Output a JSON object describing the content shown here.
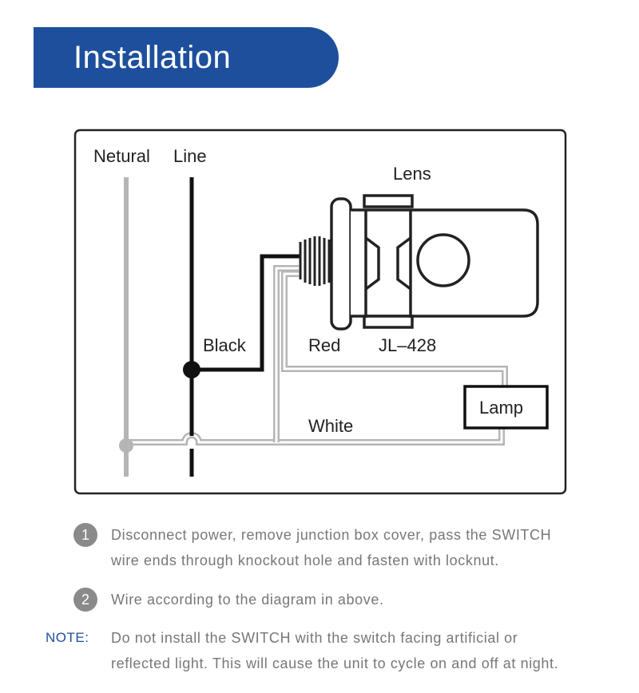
{
  "header": {
    "title": "Installation"
  },
  "diagram": {
    "labels": {
      "neutral": "Netural",
      "line": "Line",
      "lens": "Lens",
      "black": "Black",
      "red": "Red",
      "model": "JL–428",
      "white": "White",
      "lamp": "Lamp"
    },
    "colors": {
      "line_wire": "#111111",
      "neutral_wire": "#b5b5b5",
      "frame": "#222222"
    }
  },
  "steps": [
    {
      "number": "1",
      "line1": "Disconnect power, remove junction box cover, pass the SWITCH",
      "line2": "wire ends through knockout hole and fasten with locknut."
    },
    {
      "number": "2",
      "line1": "Wire according to the diagram in above."
    }
  ],
  "note": {
    "label": "NOTE:",
    "line1": "Do not install the SWITCH with the switch facing artificial or",
    "line2": "reflected light. This will cause the unit to cycle on and off at night."
  }
}
